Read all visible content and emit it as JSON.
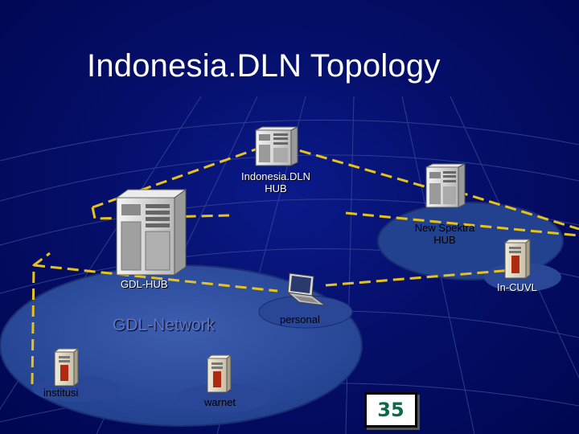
{
  "title": "Indonesia.DLN Topology",
  "network_name": "GDL-Network",
  "page_number": "35",
  "nodes": {
    "indonesia_hub": [
      "Indonesia.DLN",
      "HUB"
    ],
    "new_spektra_hub": [
      "New Spektra",
      "HUB"
    ],
    "gdl_hub": "GDL-HUB",
    "in_cuvl": "In-CUVL",
    "personal": "personal",
    "institusi": "institusi",
    "warnet": "warnet"
  },
  "colors": {
    "background": "#050f6a",
    "ellipse": "#2d4a9e",
    "link": "#e6c21a",
    "network_label": "#5f74c9",
    "badge_text": "#0a6a4a"
  },
  "icons": [
    "server-icon",
    "tower-server-icon",
    "workstation-icon",
    "laptop-icon"
  ]
}
